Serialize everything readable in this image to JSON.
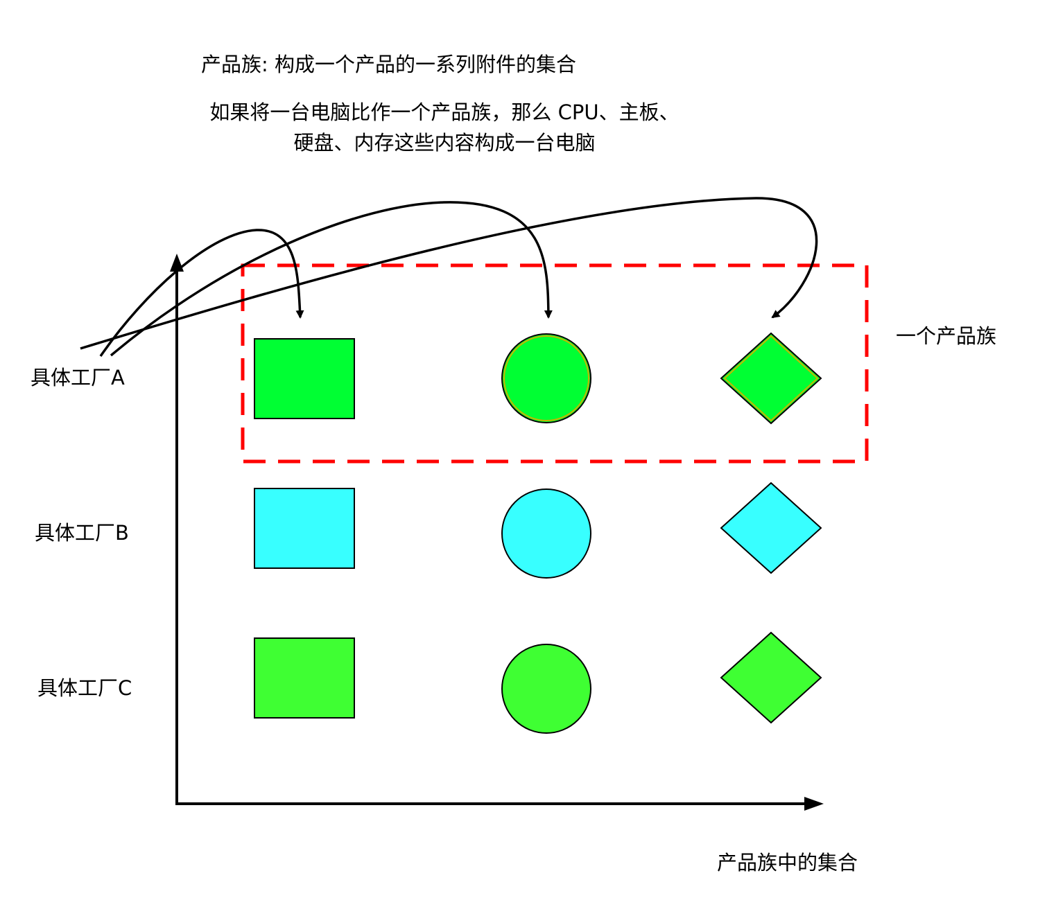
{
  "header": {
    "title": "产品族: 构成一个产品的一系列附件的集合",
    "description": "如果将一台电脑比作一个产品族，那么 CPU、主板、硬盘、内存这些内容构成一台电脑"
  },
  "family_box": {
    "label": "一个产品族",
    "border_color": "#ff0000"
  },
  "axes": {
    "x_label": "产品族中的集合"
  },
  "factories": [
    {
      "label": "具体工厂A",
      "fill_color": "#00ff33",
      "stroke_color": "#000000",
      "accent_stroke": "#c7b400",
      "products": [
        "square",
        "circle",
        "diamond"
      ]
    },
    {
      "label": "具体工厂B",
      "fill_color": "#38ffff",
      "stroke_color": "#000000",
      "products": [
        "square",
        "circle",
        "diamond"
      ]
    },
    {
      "label": "具体工厂C",
      "fill_color": "#3fff33",
      "stroke_color": "#000000",
      "products": [
        "square",
        "circle",
        "diamond"
      ]
    }
  ]
}
